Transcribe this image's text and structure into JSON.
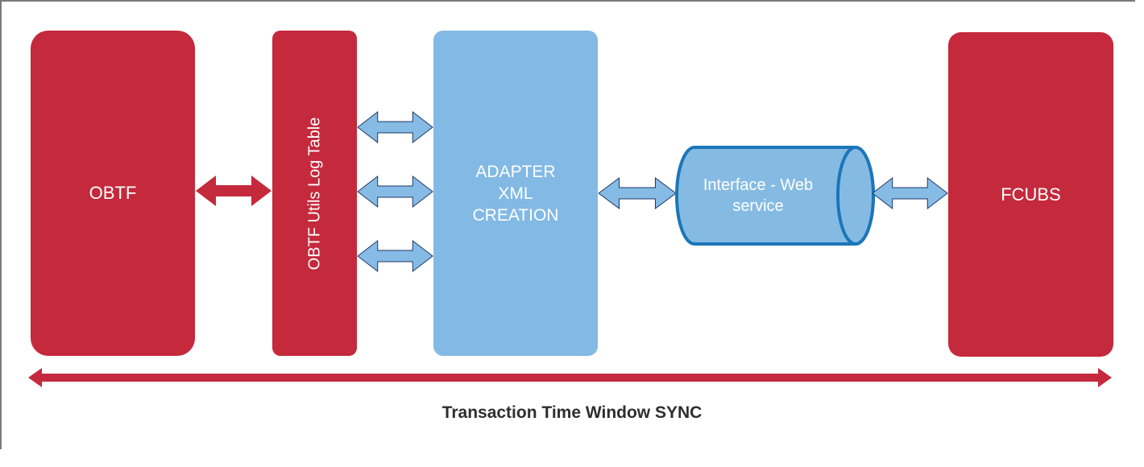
{
  "colors": {
    "red": "#C5293C",
    "blue_box": "#82B9E5",
    "blue_arrow_fill": "#86BBE6",
    "blue_arrow_outline": "#1F3864",
    "cylinder_fill": "#85BBE3",
    "cylinder_border": "#1C76B9",
    "caption_text": "#2E2E2E",
    "box_text": "#FFFFFF",
    "frame_border": "#7A7A7A"
  },
  "nodes": {
    "obtf": {
      "label": "OBTF"
    },
    "log_table": {
      "label": "OBTF Utils Log Table"
    },
    "adapter": {
      "line1": "ADAPTER",
      "line2": "XML",
      "line3": "CREATION"
    },
    "web_service": {
      "line1": "Interface - Web",
      "line2": "service"
    },
    "fcubs": {
      "label": "FCUBS"
    }
  },
  "caption": "Transaction Time Window SYNC"
}
